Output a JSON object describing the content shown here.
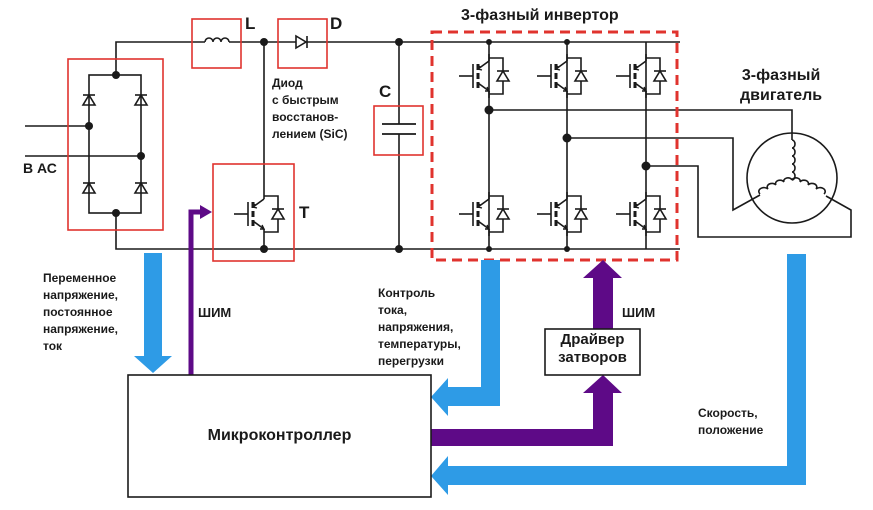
{
  "colors": {
    "wire": "#1a1a1a",
    "component_box": "#e0332e",
    "inverter_box": "#e0332e",
    "analog_arrow": "#2e9be6",
    "pwm_arrow": "#5e0a87"
  },
  "components": {
    "inductor_label": "L",
    "diode_label": "D",
    "diode_description": "Диод\nс быстрым\nвосстанов-\nлением (SiC)",
    "capacitor_label": "C",
    "transistor_label": "T",
    "ac_input_label": "В АС",
    "inverter_title": "3-фазный инвертор",
    "motor_title": "3-фазный\nдвигатель"
  },
  "signals": {
    "sensing_left": "Переменное\nнапряжение,\nпостоянное\nнапряжение,\nток",
    "pwm_pfc": "ШИМ",
    "sensing_inverter": "Контроль\nтока,\nнапряжения,\nтемпературы,\nперегрузки",
    "pwm_inverter": "ШИМ",
    "speed_position": "Скорость,\nположение"
  },
  "blocks": {
    "gate_driver": "Драйвер\nзатворов",
    "microcontroller": "Микроконтроллер"
  }
}
